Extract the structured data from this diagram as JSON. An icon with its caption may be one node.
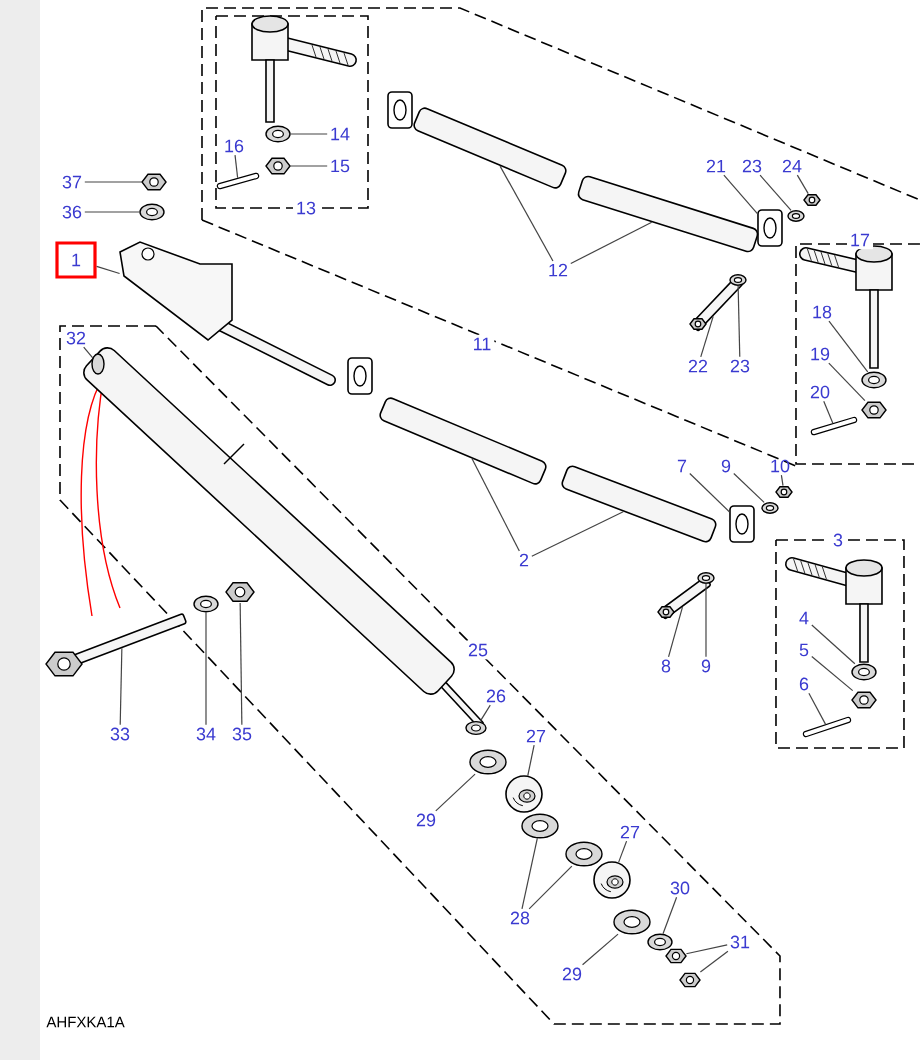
{
  "diagram": {
    "nodes": [
      {
        "text": [
          "14"
        ]
      },
      {
        "text": [
          "16"
        ]
      },
      {
        "text": [
          "15"
        ]
      },
      {
        "text": [
          "21"
        ]
      },
      {
        "text": [
          "23"
        ]
      },
      {
        "text": [
          "24"
        ]
      },
      {
        "text": [
          "37"
        ]
      },
      {
        "text": [
          "36"
        ]
      },
      {
        "text": [
          "1"
        ]
      },
      {
        "text": [
          "12"
        ]
      },
      {
        "text": [
          "18"
        ]
      },
      {
        "text": [
          "32"
        ]
      },
      {
        "text": [
          "19"
        ]
      },
      {
        "text": [
          "22"
        ]
      },
      {
        "text": [
          "23"
        ]
      },
      {
        "text": [
          "20"
        ]
      },
      {
        "text": [
          "7"
        ]
      },
      {
        "text": [
          "9"
        ]
      },
      {
        "text": [
          "10"
        ]
      },
      {
        "text": [
          "2"
        ]
      },
      {
        "text": [
          "4"
        ]
      },
      {
        "text": [
          "5"
        ]
      },
      {
        "text": [
          "8"
        ]
      },
      {
        "text": [
          "9"
        ]
      },
      {
        "text": [
          "6"
        ]
      },
      {
        "text": [
          "26"
        ]
      },
      {
        "text": [
          "33"
        ]
      },
      {
        "text": [
          "34"
        ]
      },
      {
        "text": [
          "35"
        ]
      },
      {
        "text": [
          "27"
        ]
      },
      {
        "text": [
          "29"
        ]
      },
      {
        "text": [
          "27"
        ]
      },
      {
        "text": [
          "30"
        ]
      },
      {
        "text": [
          "28"
        ]
      },
      {
        "text": [
          "31"
        ]
      },
      {
        "text": [
          "29"
        ]
      },
      {
        "text": [],
        "shape": "picture"
      },
      {
        "text": [],
        "shape": "picture"
      },
      {
        "text": [],
        "shape": "picture"
      },
      {
        "text": [],
        "shape": "picture"
      },
      {
        "text": [],
        "shape": "picture"
      },
      {
        "text": [],
        "shape": "picture"
      },
      {
        "text": [],
        "shape": "picture"
      },
      {
        "text": [],
        "shape": "picture"
      },
      {
        "text": [],
        "shape": "picture"
      },
      {
        "text": [],
        "shape": "picture"
      },
      {
        "text": [],
        "shape": "picture"
      },
      {
        "text": [],
        "shape": "picture"
      },
      {
        "text": [],
        "shape": "picture"
      },
      {
        "text": [],
        "shape": "picture"
      },
      {
        "text": [],
        "shape": "picture"
      },
      {
        "text": [],
        "shape": "picture"
      },
      {
        "text": [],
        "shape": "picture"
      },
      {
        "text": [],
        "shape": "picture"
      },
      {
        "text": [],
        "shape": "picture"
      },
      {
        "text": [],
        "shape": "picture"
      },
      {
        "text": [],
        "shape": "picture"
      },
      {
        "text": [],
        "shape": "picture"
      },
      {
        "text": [],
        "shape": "picture"
      },
      {
        "text": [],
        "shape": "picture"
      },
      {
        "text": [],
        "shape": "picture"
      },
      {
        "text": [],
        "shape": "picture"
      },
      {
        "text": [],
        "shape": "picture"
      },
      {
        "text": [],
        "shape": "picture"
      },
      {
        "text": [],
        "shape": "picture"
      },
      {
        "text": [],
        "shape": "picture"
      },
      {
        "text": [],
        "shape": "picture"
      },
      {
        "text": [],
        "shape": "picture"
      },
      {
        "text": [],
        "shape": "picture"
      },
      {
        "text": [],
        "shape": "picture"
      },
      {
        "text": [],
        "shape": "picture"
      },
      {
        "text": [],
        "shape": "picture"
      },
      {
        "text": [],
        "shape": "picture"
      },
      {
        "text": [],
        "shape": "picture"
      },
      {
        "text": [],
        "shape": "picture"
      },
      {
        "text": [],
        "shape": "picture"
      }
    ],
    "edges": [
      {
        "from": 0,
        "to": 36,
        "arrow": "none"
      },
      {
        "from": 1,
        "to": 37,
        "arrow": "none"
      },
      {
        "from": 2,
        "to": 38,
        "arrow": "none"
      },
      {
        "from": 3,
        "to": 39,
        "arrow": "none"
      },
      {
        "from": 4,
        "to": 40,
        "arrow": "none"
      },
      {
        "from": 5,
        "to": 41,
        "arrow": "none"
      },
      {
        "from": 6,
        "to": 42,
        "arrow": "none"
      },
      {
        "from": 7,
        "to": 43,
        "arrow": "none"
      },
      {
        "from": 8,
        "to": 44,
        "arrow": "none"
      },
      {
        "from": 9,
        "to": 45,
        "arrow": "none"
      },
      {
        "from": 9,
        "to": 46,
        "arrow": "none"
      },
      {
        "from": 10,
        "to": 47,
        "arrow": "none"
      },
      {
        "from": 11,
        "to": 48,
        "arrow": "none"
      },
      {
        "from": 12,
        "to": 49,
        "arrow": "none"
      },
      {
        "from": 13,
        "to": 50,
        "arrow": "none"
      },
      {
        "from": 14,
        "to": 51,
        "arrow": "none"
      },
      {
        "from": 15,
        "to": 52,
        "arrow": "none"
      },
      {
        "from": 16,
        "to": 53,
        "arrow": "none"
      },
      {
        "from": 17,
        "to": 54,
        "arrow": "none"
      },
      {
        "from": 18,
        "to": 55,
        "arrow": "none"
      },
      {
        "from": 19,
        "to": 56,
        "arrow": "none"
      },
      {
        "from": 19,
        "to": 57,
        "arrow": "none"
      },
      {
        "from": 20,
        "to": 58,
        "arrow": "none"
      },
      {
        "from": 21,
        "to": 59,
        "arrow": "none"
      },
      {
        "from": 22,
        "to": 60,
        "arrow": "none"
      },
      {
        "from": 23,
        "to": 61,
        "arrow": "none"
      },
      {
        "from": 24,
        "to": 62,
        "arrow": "none"
      },
      {
        "from": 25,
        "to": 63,
        "arrow": "none"
      },
      {
        "from": 26,
        "to": 64,
        "arrow": "none"
      },
      {
        "from": 27,
        "to": 65,
        "arrow": "none"
      },
      {
        "from": 28,
        "to": 66,
        "arrow": "none"
      },
      {
        "from": 29,
        "to": 67,
        "arrow": "none"
      },
      {
        "from": 30,
        "to": 68,
        "arrow": "none"
      },
      {
        "from": 31,
        "to": 69,
        "arrow": "none"
      },
      {
        "from": 32,
        "to": 70,
        "arrow": "none"
      },
      {
        "from": 33,
        "to": 71,
        "arrow": "none"
      },
      {
        "from": 33,
        "to": 72,
        "arrow": "none"
      },
      {
        "from": 34,
        "to": 73,
        "arrow": "none"
      },
      {
        "from": 34,
        "to": 74,
        "arrow": "none"
      },
      {
        "from": 35,
        "to": 75,
        "arrow": "none"
      }
    ],
    "labels": [
      "13",
      "17",
      "11",
      "3",
      "25",
      "AHFXKA1A"
    ]
  }
}
